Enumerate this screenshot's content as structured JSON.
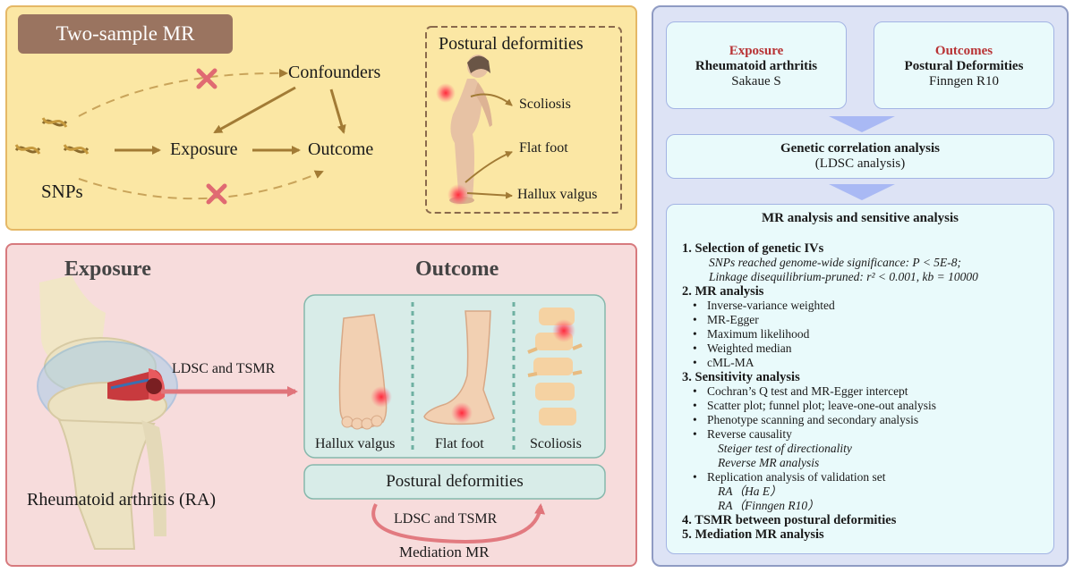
{
  "mr_panel": {
    "title": "Two-sample MR",
    "snps": "SNPs",
    "confounders": "Confounders",
    "exposure": "Exposure",
    "outcome": "Outcome",
    "postural_title": "Postural deformities",
    "scoliosis": "Scoliosis",
    "flat_foot": "Flat foot",
    "hallux_valgus": "Hallux valgus"
  },
  "ra_panel": {
    "exposure_title": "Exposure",
    "outcome_title": "Outcome",
    "ldsc_tsmr": "LDSC and TSMR",
    "ra_label": "Rheumatoid arthritis (RA)",
    "hallux_valgus": "Hallux valgus",
    "flat_foot": "Flat foot",
    "scoliosis": "Scoliosis",
    "postural_deformities": "Postural deformities",
    "ldsc_tsmr_bottom": "LDSC and TSMR",
    "mediation_mr": "Mediation MR"
  },
  "right_panel": {
    "exposure_head": "Exposure",
    "exposure_name": "Rheumatoid arthritis",
    "exposure_source": "Sakaue S",
    "outcomes_head": "Outcomes",
    "outcomes_name": "Postural Deformities",
    "outcomes_source": "Finngen R10",
    "genetic_title": "Genetic correlation analysis",
    "genetic_sub": "(LDSC analysis)",
    "mr_title": "MR analysis and sensitive analysis",
    "s1": "1. Selection of genetic IVs",
    "s1_a": "SNPs reached genome-wide significance: P < 5E-8;",
    "s1_b": "Linkage disequilibrium-pruned: r² < 0.001, kb = 10000",
    "s2": "2. MR analysis",
    "s2_items": [
      "Inverse-variance weighted",
      "MR-Egger",
      "Maximum likelihood",
      "Weighted median",
      "cML-MA"
    ],
    "s3": "3. Sensitivity analysis",
    "s3_i1": "Cochran’s Q test and MR-Egger intercept",
    "s3_i2": "Scatter plot; funnel plot; leave-one-out analysis",
    "s3_i3": "Phenotype scanning and secondary analysis",
    "s3_i4": "Reverse causality",
    "s3_i4_a": "Steiger test of directionality",
    "s3_i4_b": "Reverse MR analysis",
    "s3_i5": "Replication analysis of validation set",
    "s3_i5_a": "RA（Ha E）",
    "s3_i5_b": "RA（Finngen R10）",
    "s4": "4. TSMR between postural deformities",
    "s5": "5. Mediation MR analysis"
  },
  "colors": {
    "mr_bg": "#fbe7a4",
    "ra_bg": "#f7dcdc",
    "right_bg": "#dde3f5",
    "arrow_brown": "#a27b35",
    "cross_red": "#e06a72",
    "outcome_box": "#d8ece8",
    "flow_arrow": "#a9b9f4"
  }
}
